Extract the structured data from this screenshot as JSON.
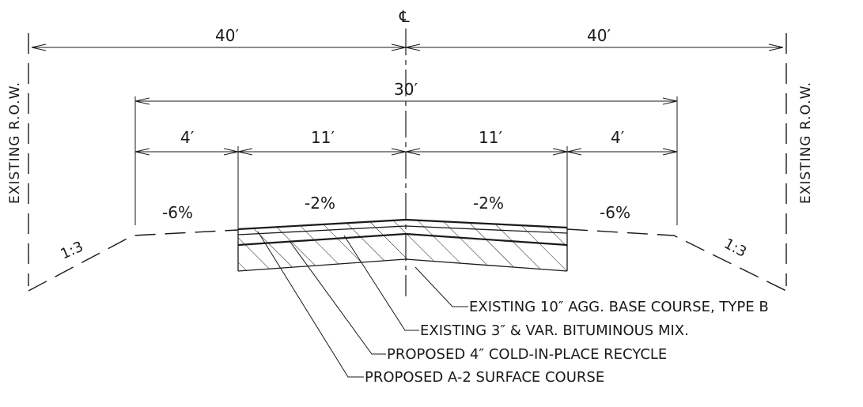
{
  "centerline_symbol": "℄",
  "row_labels": {
    "left": "EXISTING R.O.W.",
    "right": "EXISTING R.O.W."
  },
  "dimensions": {
    "row_left": "40′",
    "row_right": "40′",
    "total": "30′",
    "shoulder_left": "4′",
    "lane_left": "11′",
    "lane_right": "11′",
    "shoulder_right": "4′"
  },
  "slopes": {
    "shoulder_left": "-6%",
    "lane_left": "-2%",
    "lane_right": "-2%",
    "shoulder_right": "-6%",
    "foreslope_left": "1:3",
    "foreslope_right": "1:3"
  },
  "callouts": [
    "EXISTING 10″ AGG. BASE COURSE, TYPE B",
    "EXISTING 3″ & VAR. BITUMINOUS MIX.",
    "PROPOSED 4″ COLD-IN-PLACE RECYCLE",
    "PROPOSED A-2 SURFACE COURSE"
  ]
}
